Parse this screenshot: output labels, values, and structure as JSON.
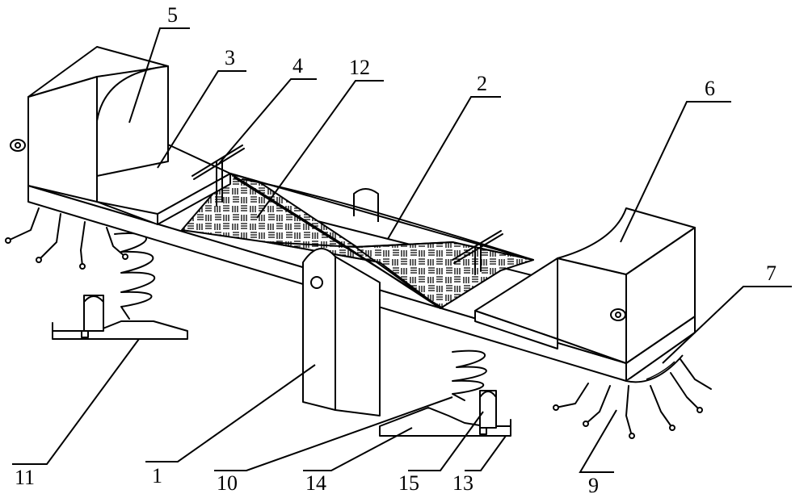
{
  "labels": [
    {
      "id": "1",
      "text": "1"
    },
    {
      "id": "2",
      "text": "2"
    },
    {
      "id": "3",
      "text": "3"
    },
    {
      "id": "4",
      "text": "4"
    },
    {
      "id": "5",
      "text": "5"
    },
    {
      "id": "6",
      "text": "6"
    },
    {
      "id": "7",
      "text": "7"
    },
    {
      "id": "9",
      "text": "9"
    },
    {
      "id": "10",
      "text": "10"
    },
    {
      "id": "11",
      "text": "11"
    },
    {
      "id": "12",
      "text": "12"
    },
    {
      "id": "13",
      "text": "13"
    },
    {
      "id": "14",
      "text": "14"
    },
    {
      "id": "15",
      "text": "15"
    }
  ]
}
